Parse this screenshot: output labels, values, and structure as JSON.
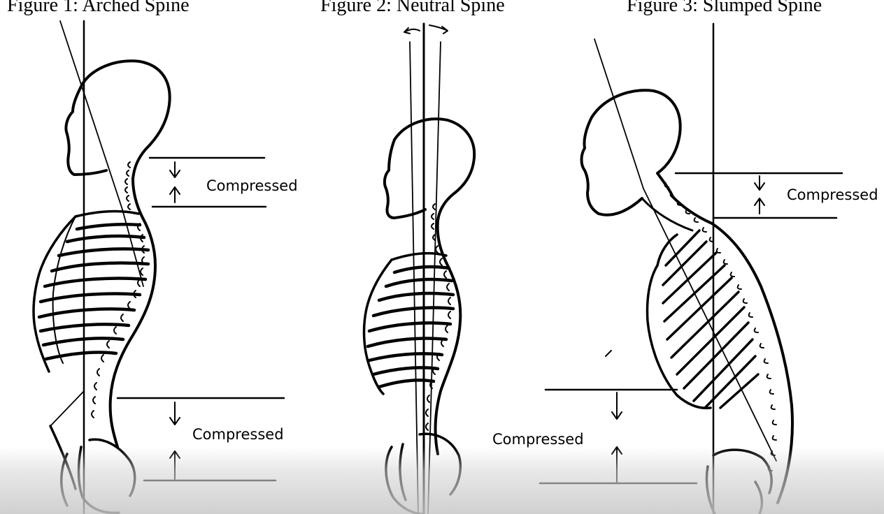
{
  "figures": [
    {
      "title": "Figure 1: Arched Spine",
      "labels": [
        "Compressed",
        "Compressed"
      ]
    },
    {
      "title": "Figure 2: Neutral Spine"
    },
    {
      "title": "Figure 3: Slumped Spine",
      "labels": [
        "Compressed",
        "Compressed"
      ]
    }
  ],
  "colors": {
    "ink": "#000000",
    "background": "#ffffff"
  }
}
